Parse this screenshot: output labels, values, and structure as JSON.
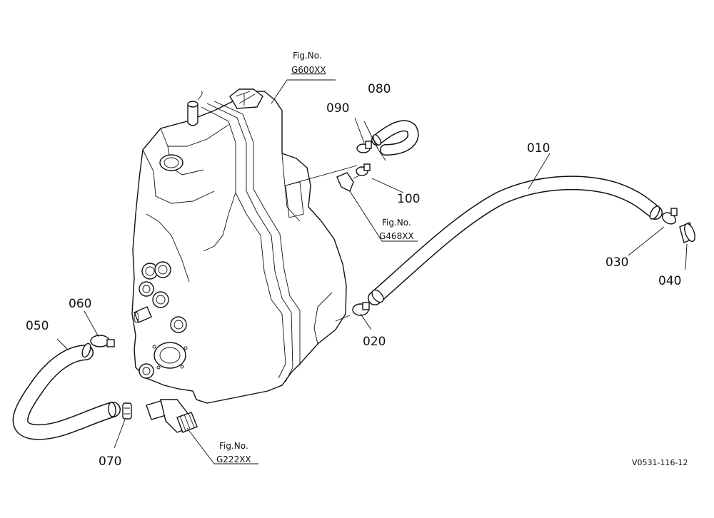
{
  "part_labels": [
    "010",
    "020",
    "030",
    "040",
    "050",
    "060",
    "070",
    "080",
    "090",
    "100"
  ],
  "fig_refs": [
    {
      "title": "Fig.No.",
      "code": "G600XX"
    },
    {
      "title": "Fig.No.",
      "code": "G468XX"
    },
    {
      "title": "Fig.No.",
      "code": "G222XX"
    }
  ],
  "drawing_code": "V0531-116-12",
  "line_color": "#111111",
  "background": "#ffffff"
}
